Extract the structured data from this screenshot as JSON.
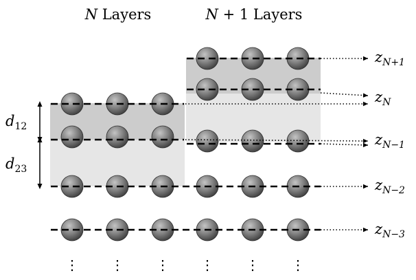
{
  "headers": {
    "left": {
      "var": "N",
      "rest": " Layers"
    },
    "right": {
      "var": "N",
      "rest": " + 1 Layers"
    }
  },
  "left_labels": {
    "d12": {
      "main": "d",
      "sub": "12"
    },
    "d23": {
      "main": "d",
      "sub": "23"
    }
  },
  "right_labels": [
    {
      "main": "z",
      "sub": "N+1"
    },
    {
      "main": "z",
      "sub": "N"
    },
    {
      "main": "z",
      "sub": "N−1"
    },
    {
      "main": "z",
      "sub": "N−2"
    },
    {
      "main": "z",
      "sub": "N−3"
    }
  ],
  "ellipsis": "⋮",
  "colors": {
    "atom_light": "#b0b0b0",
    "atom_dark": "#4a4a4a",
    "shade_dark": "#cccccc",
    "shade_light": "#e6e6e6",
    "line": "#000000"
  }
}
